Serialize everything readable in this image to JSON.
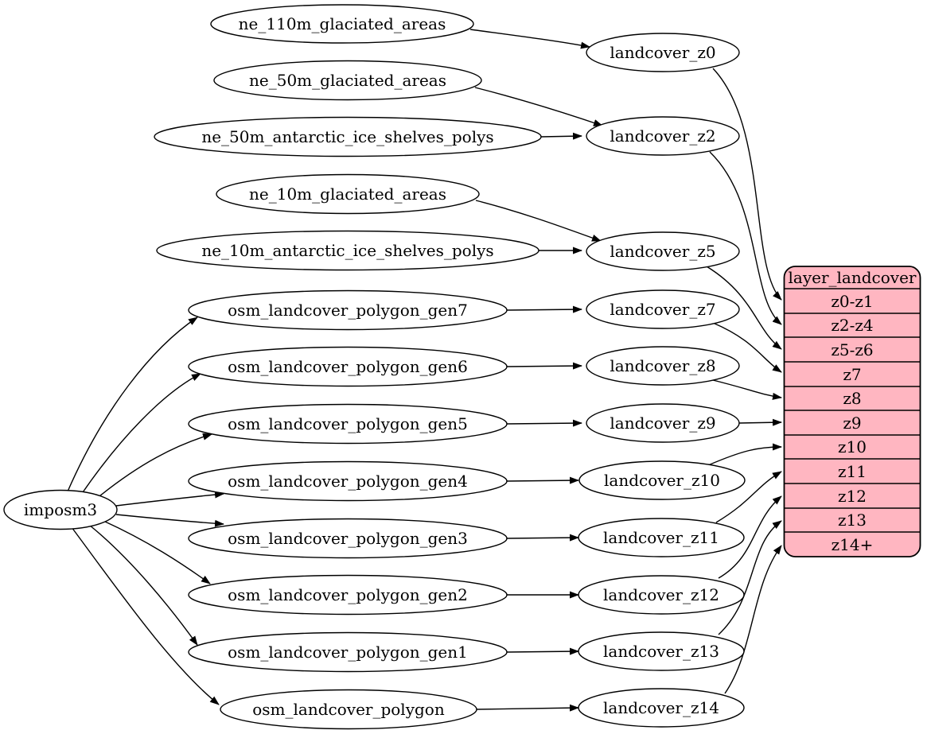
{
  "diagram": {
    "kind": "dependency-graph",
    "direction": "left-to-right"
  },
  "colors": {
    "background": "#ffffff",
    "node_fill": "#ffffff",
    "node_stroke": "#000000",
    "edge_stroke": "#000000",
    "table_fill": "#ffb6c1",
    "text": "#000000"
  },
  "nodes": {
    "imposm3": "imposm3",
    "ne_110m_glaciated_areas": "ne_110m_glaciated_areas",
    "ne_50m_glaciated_areas": "ne_50m_glaciated_areas",
    "ne_50m_antarctic_ice_shelves_polys": "ne_50m_antarctic_ice_shelves_polys",
    "ne_10m_glaciated_areas": "ne_10m_glaciated_areas",
    "ne_10m_antarctic_ice_shelves_polys": "ne_10m_antarctic_ice_shelves_polys",
    "osm_landcover_polygon_gen7": "osm_landcover_polygon_gen7",
    "osm_landcover_polygon_gen6": "osm_landcover_polygon_gen6",
    "osm_landcover_polygon_gen5": "osm_landcover_polygon_gen5",
    "osm_landcover_polygon_gen4": "osm_landcover_polygon_gen4",
    "osm_landcover_polygon_gen3": "osm_landcover_polygon_gen3",
    "osm_landcover_polygon_gen2": "osm_landcover_polygon_gen2",
    "osm_landcover_polygon_gen1": "osm_landcover_polygon_gen1",
    "osm_landcover_polygon": "osm_landcover_polygon",
    "landcover_z0": "landcover_z0",
    "landcover_z2": "landcover_z2",
    "landcover_z5": "landcover_z5",
    "landcover_z7": "landcover_z7",
    "landcover_z8": "landcover_z8",
    "landcover_z9": "landcover_z9",
    "landcover_z10": "landcover_z10",
    "landcover_z11": "landcover_z11",
    "landcover_z12": "landcover_z12",
    "landcover_z13": "landcover_z13",
    "landcover_z14": "landcover_z14"
  },
  "table": {
    "title": "layer_landcover",
    "rows": [
      "z0-z1",
      "z2-z4",
      "z5-z6",
      "z7",
      "z8",
      "z9",
      "z10",
      "z11",
      "z12",
      "z13",
      "z14+"
    ]
  },
  "edges": [
    {
      "from": "imposm3",
      "to": "osm_landcover_polygon_gen7"
    },
    {
      "from": "imposm3",
      "to": "osm_landcover_polygon_gen6"
    },
    {
      "from": "imposm3",
      "to": "osm_landcover_polygon_gen5"
    },
    {
      "from": "imposm3",
      "to": "osm_landcover_polygon_gen4"
    },
    {
      "from": "imposm3",
      "to": "osm_landcover_polygon_gen3"
    },
    {
      "from": "imposm3",
      "to": "osm_landcover_polygon_gen2"
    },
    {
      "from": "imposm3",
      "to": "osm_landcover_polygon_gen1"
    },
    {
      "from": "imposm3",
      "to": "osm_landcover_polygon"
    },
    {
      "from": "ne_110m_glaciated_areas",
      "to": "landcover_z0"
    },
    {
      "from": "ne_50m_glaciated_areas",
      "to": "landcover_z2"
    },
    {
      "from": "ne_50m_antarctic_ice_shelves_polys",
      "to": "landcover_z2"
    },
    {
      "from": "ne_10m_glaciated_areas",
      "to": "landcover_z5"
    },
    {
      "from": "ne_10m_antarctic_ice_shelves_polys",
      "to": "landcover_z5"
    },
    {
      "from": "osm_landcover_polygon_gen7",
      "to": "landcover_z7"
    },
    {
      "from": "osm_landcover_polygon_gen6",
      "to": "landcover_z8"
    },
    {
      "from": "osm_landcover_polygon_gen5",
      "to": "landcover_z9"
    },
    {
      "from": "osm_landcover_polygon_gen4",
      "to": "landcover_z10"
    },
    {
      "from": "osm_landcover_polygon_gen3",
      "to": "landcover_z11"
    },
    {
      "from": "osm_landcover_polygon_gen2",
      "to": "landcover_z12"
    },
    {
      "from": "osm_landcover_polygon_gen1",
      "to": "landcover_z13"
    },
    {
      "from": "osm_landcover_polygon",
      "to": "landcover_z14"
    },
    {
      "from": "landcover_z0",
      "to": "layer_landcover:z0-z1"
    },
    {
      "from": "landcover_z2",
      "to": "layer_landcover:z2-z4"
    },
    {
      "from": "landcover_z5",
      "to": "layer_landcover:z5-z6"
    },
    {
      "from": "landcover_z7",
      "to": "layer_landcover:z7"
    },
    {
      "from": "landcover_z8",
      "to": "layer_landcover:z8"
    },
    {
      "from": "landcover_z9",
      "to": "layer_landcover:z9"
    },
    {
      "from": "landcover_z10",
      "to": "layer_landcover:z10"
    },
    {
      "from": "landcover_z11",
      "to": "layer_landcover:z11"
    },
    {
      "from": "landcover_z12",
      "to": "layer_landcover:z12"
    },
    {
      "from": "landcover_z13",
      "to": "layer_landcover:z13"
    },
    {
      "from": "landcover_z14",
      "to": "layer_landcover:z14+"
    }
  ]
}
